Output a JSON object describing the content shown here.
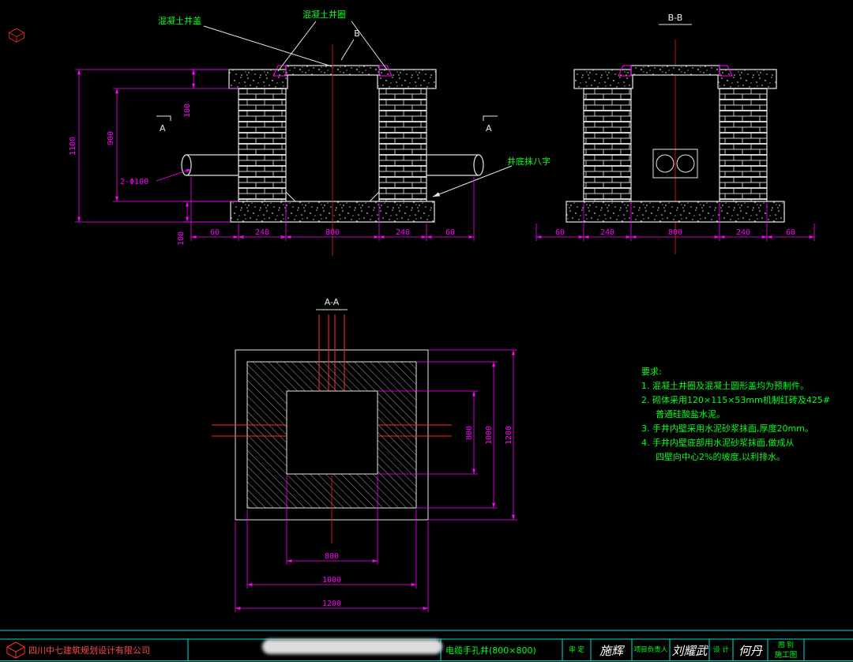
{
  "front_section": {
    "label_cover": "混凝土井盖",
    "label_ring": "混凝土井圈",
    "marker_b": "B",
    "marker_a_left": "A",
    "marker_a_right": "A",
    "dim_height_total": "1100",
    "dim_height_wall": "900",
    "dim_collar": "100",
    "dim_base": "100",
    "label_pipes": "2-Φ100",
    "label_base_note": "井底抹八字",
    "dims_bottom": [
      "60",
      "240",
      "800",
      "240",
      "60"
    ]
  },
  "bb_section": {
    "title": "B-B",
    "dims_bottom": [
      "60",
      "240",
      "800",
      "240",
      "60"
    ]
  },
  "plan": {
    "title": "A-A",
    "dims_right": [
      "800",
      "1000",
      "1200"
    ],
    "dims_bottom": [
      "800",
      "1000",
      "1200"
    ]
  },
  "notes": {
    "title": "要求:",
    "lines": [
      "1. 混凝土井圈及混凝土圆形盖均为预制件。",
      "2. 砌体采用120×115×53mm机制红砖及425#",
      "普通硅酸盐水泥。",
      "3. 手井内壁采用水泥砂浆抹面,厚度20mm。",
      "4. 手井内壁底部用水泥砂浆抹面,做成从",
      "四壁向中心2%的坡度,以利排水。"
    ]
  },
  "title_block": {
    "company": "四川中七建筑规划设计有限公司",
    "drawing_title": "电缆手孔井(800×800)",
    "fields": [
      {
        "label": "审 定",
        "value": "施辉"
      },
      {
        "label": "项目负责人",
        "value": "刘耀武"
      },
      {
        "label": "设 计",
        "value": "何丹"
      },
      {
        "label": "图 别",
        "value": "施工图"
      }
    ]
  },
  "colors": {
    "background": "#000000",
    "object_lines": "#e6e6e6",
    "dimensions": "#ff00ff",
    "annotations": "#00ff1e",
    "centerlines": "#cf1d1d",
    "frame": "#00dede",
    "company": "#ff4646"
  }
}
